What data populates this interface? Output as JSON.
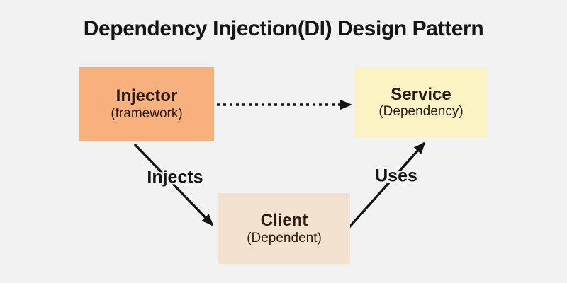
{
  "title": "Dependency Injection(DI) Design Pattern",
  "colors": {
    "background": "#F2F2F2",
    "title_text": "#171513",
    "node_text": "#2A1B10",
    "arrow": "#141414",
    "injector_bg": "#F8B07C",
    "service_bg": "#FBF3C3",
    "client_bg": "#F3E2CD"
  },
  "diagram": {
    "nodes": {
      "injector": {
        "label": "Injector",
        "sublabel": "(framework)",
        "bg": "#F8B07C"
      },
      "service": {
        "label": "Service",
        "sublabel": "(Dependency)",
        "bg": "#FBF3C3"
      },
      "client": {
        "label": "Client",
        "sublabel": "(Dependent)",
        "bg": "#F3E2CD"
      }
    },
    "edges": {
      "injector_to_service": {
        "from": "Injector",
        "to": "Service",
        "style": "dotted",
        "label": ""
      },
      "injector_to_client": {
        "from": "Injector",
        "to": "Client",
        "style": "solid",
        "label": "Injects"
      },
      "client_to_service": {
        "from": "Client",
        "to": "Service",
        "style": "solid",
        "label": "Uses"
      }
    }
  }
}
